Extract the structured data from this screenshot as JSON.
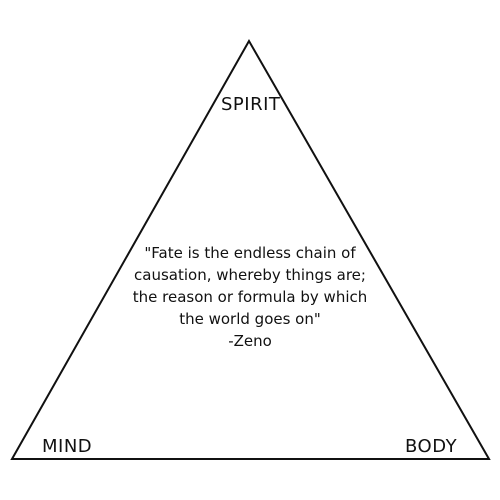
{
  "labels": {
    "top": "SPIRIT",
    "left": "MIND",
    "right": "BODY"
  },
  "quote": {
    "lines": [
      "\"Fate is the endless chain of",
      "causation, whereby things are;",
      "the reason or formula by which",
      "the world goes on\""
    ],
    "attribution": "-Zeno"
  },
  "colors": {
    "stroke": "#111111",
    "background": "#ffffff"
  }
}
